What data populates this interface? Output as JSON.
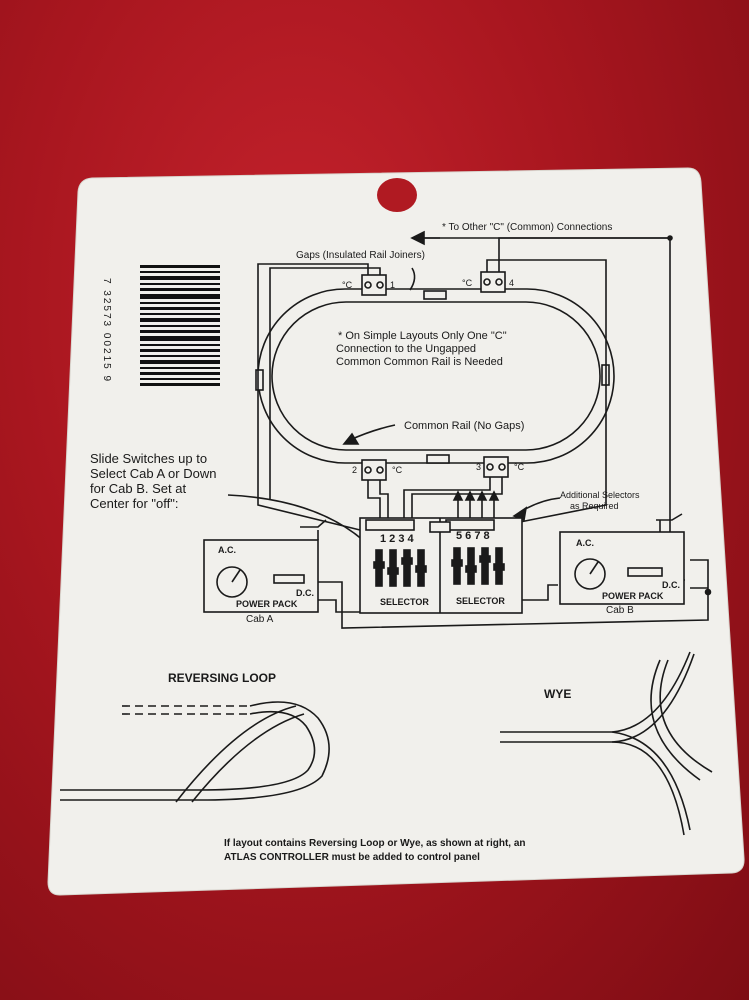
{
  "card": {
    "top_note": "* To Other \"C\" (Common) Connections",
    "gaps_label": "Gaps (Insulated Rail Joiners)",
    "terminal_c": "°C",
    "terminal_1": "1",
    "terminal_2": "2",
    "terminal_3": "3",
    "terminal_4": "4",
    "simple_note_1": "* On Simple Layouts Only One \"C\"",
    "simple_note_2": "Connection to the Ungapped",
    "simple_note_3": "Common Common Rail is Needed",
    "common_rail": "Common Rail (No Gaps)",
    "slide_1": "Slide Switches up to",
    "slide_2": "Select Cab A or Down",
    "slide_3": "for Cab B. Set at",
    "slide_4": "Center for \"off\":",
    "additional_1": "Additional Selectors",
    "additional_2": "as Required",
    "selector_numbers_a": "1 2 3 4",
    "selector_numbers_b": "5 6 7 8",
    "selector_label": "SELECTOR",
    "ac": "A.C.",
    "dc": "D.C.",
    "power_pack": "POWER PACK",
    "cab_a": "Cab A",
    "cab_b": "Cab B",
    "reversing_loop": "REVERSING LOOP",
    "wye": "WYE",
    "footer_1": "If layout contains Reversing Loop or Wye, as shown at right, an",
    "footer_2": "ATLAS CONTROLLER must be added to control panel",
    "barcode_digits": "7 32573 00215 9"
  },
  "colors": {
    "background": "#b01a22",
    "card": "#f1f0ec",
    "ink": "#1a1a1a"
  }
}
